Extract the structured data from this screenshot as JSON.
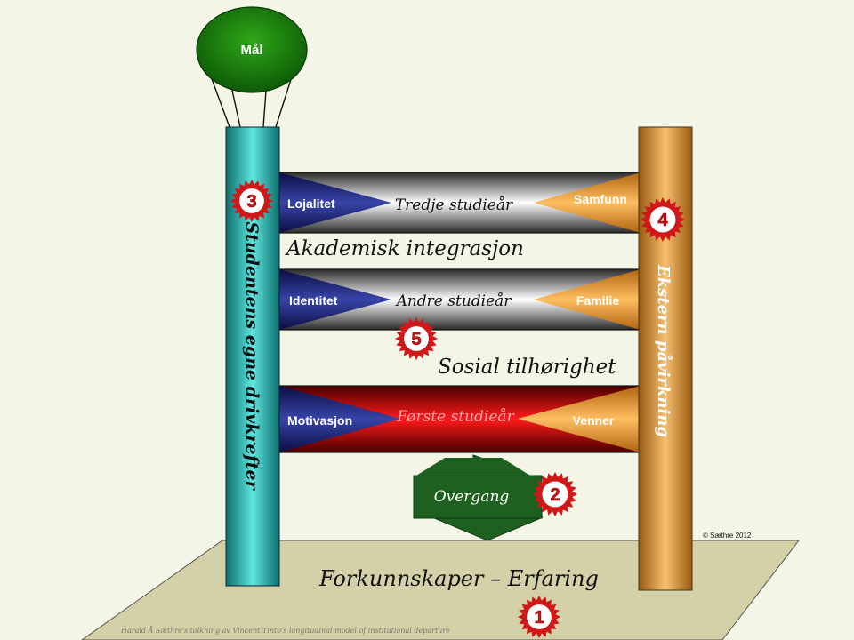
{
  "goal": {
    "label": "Mål"
  },
  "left_pillar": {
    "label": "Studentens egne drivkrefter"
  },
  "right_pillar": {
    "label": "Ekstern påvirkning"
  },
  "bars": {
    "third": {
      "center": "Tredje studieår",
      "left": "Lojalitet",
      "right": "Samfunn"
    },
    "second": {
      "center": "Andre studieår",
      "left": "Identitet",
      "right": "Familie"
    },
    "first": {
      "center": "Første studieår",
      "left": "Motivasjon",
      "right": "Venner"
    }
  },
  "labels": {
    "academic": "Akademisk integrasjon",
    "social": "Sosial tilhørighet",
    "transition": "Overgang",
    "foundation": "Forkunnskaper – Erfaring",
    "copyright": "© Sæthre 2012",
    "caption": "Harald Å Sæthre's tolkning av Vincent Tinto's longitudinal model of institutional departure"
  },
  "badges": {
    "b1": "1",
    "b2": "2",
    "b3": "3",
    "b4": "4",
    "b5": "5"
  },
  "colors": {
    "background": "#f3f5e6",
    "floor": "#d4d0a7",
    "left_pillar": "#2ab0a8",
    "right_pillar": "#d98b2a",
    "balloon": "#1a7d10",
    "arrow": "#1d6020",
    "badge": "#d01818",
    "left_triangle": "#1c2476",
    "right_triangle": "#f09a28",
    "first_bar": "#d61010"
  }
}
